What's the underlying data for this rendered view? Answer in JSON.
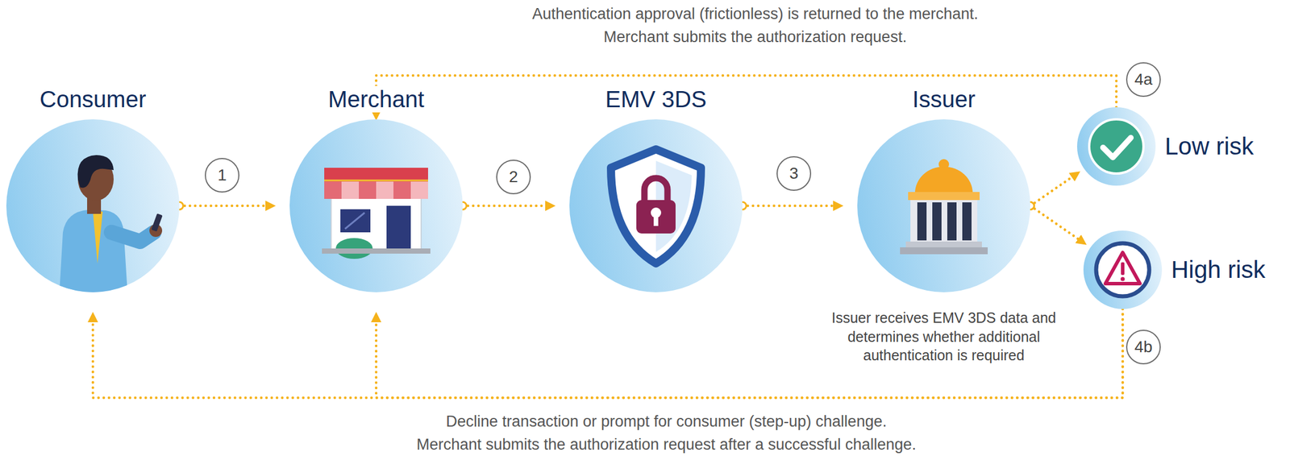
{
  "diagram": {
    "nodes": [
      {
        "text": [
          "Consumer"
        ]
      },
      {
        "text": [
          "Merchant"
        ]
      },
      {
        "text": [
          "EMV 3DS"
        ]
      },
      {
        "text": [
          "Issuer",
          "Issuer receives EMV 3DS data and determines whether additional authentication is required"
        ]
      },
      {
        "text": [
          "Low risk"
        ]
      },
      {
        "text": [
          "High risk"
        ]
      }
    ],
    "edges": [
      {
        "from": 0,
        "to": 1,
        "arrow": "to"
      },
      {
        "from": 1,
        "to": 2,
        "arrow": "to"
      },
      {
        "from": 2,
        "to": 3,
        "arrow": "to"
      },
      {
        "from": 3,
        "to": 4,
        "arrow": "to"
      },
      {
        "from": 3,
        "to": 5,
        "arrow": "to"
      },
      {
        "from": 4,
        "to": 1,
        "arrow": "to"
      },
      {
        "from": 5,
        "to": 0,
        "arrow": "to"
      },
      {
        "from": 5,
        "to": 1,
        "arrow": "to"
      }
    ],
    "labels": [
      "1",
      "2",
      "3",
      "4a",
      "4b",
      "Authentication approval (frictionless) is returned to the merchant.",
      "Merchant submits the authorization request.",
      "Decline transaction or prompt for consumer (step-up) challenge.",
      "Merchant submits the authorization request after a successful challenge."
    ]
  }
}
